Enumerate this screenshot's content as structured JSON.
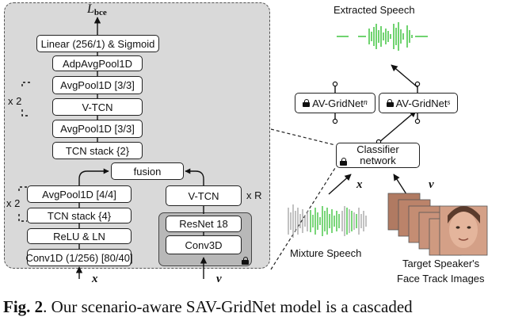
{
  "loss_label": "bce",
  "loss_symbol": "L",
  "blocks": {
    "linear": "Linear (256/1) & Sigmoid",
    "adp_pool": "AdpAvgPool1D",
    "avgpool_top": "AvgPool1D [3/3]",
    "vtcn_mid": "V-TCN",
    "avgpool_mid": "AvgPool1D [3/3]",
    "tcn_stack2": "TCN stack {2}",
    "fusion": "fusion",
    "avgpool_44": "AvgPool1D [4/4]",
    "tcn_stack4": "TCN stack {4}",
    "relu_ln": "ReLU & LN",
    "conv1d": "Conv1D (1/256) [80/40]",
    "vtcn_right": "V-TCN",
    "resnet": "ResNet 18",
    "conv3d": "Conv3D",
    "classifier_line1": "Classifier",
    "classifier_line2": "network",
    "gridnet_n_base": "AV-GridNet",
    "gridnet_n_sub": "n",
    "gridnet_s_base": "AV-GridNet",
    "gridnet_s_sub": "s"
  },
  "repeat_labels": {
    "top_x2": "x 2",
    "left_x2": "x 2",
    "right_xR": "x R"
  },
  "inputs": {
    "x": "x",
    "v": "v"
  },
  "labels": {
    "extracted_speech": "Extracted Speech",
    "mixture_speech": "Mixture Speech",
    "target_line1": "Target Speaker's",
    "target_line2": "Face Track Images"
  },
  "caption": {
    "prefix": "Fig. 2",
    "text": ". Our scenario-aware SAV-GridNet model is a cascaded"
  },
  "colors": {
    "panel_bg": "#d9d9d9",
    "frozen_box_bg": "#b8b8b8",
    "waveform_green": "#22bb22",
    "waveform_gray": "#999999"
  },
  "icons": [
    "lock-icon",
    "up-arrow-icon"
  ]
}
